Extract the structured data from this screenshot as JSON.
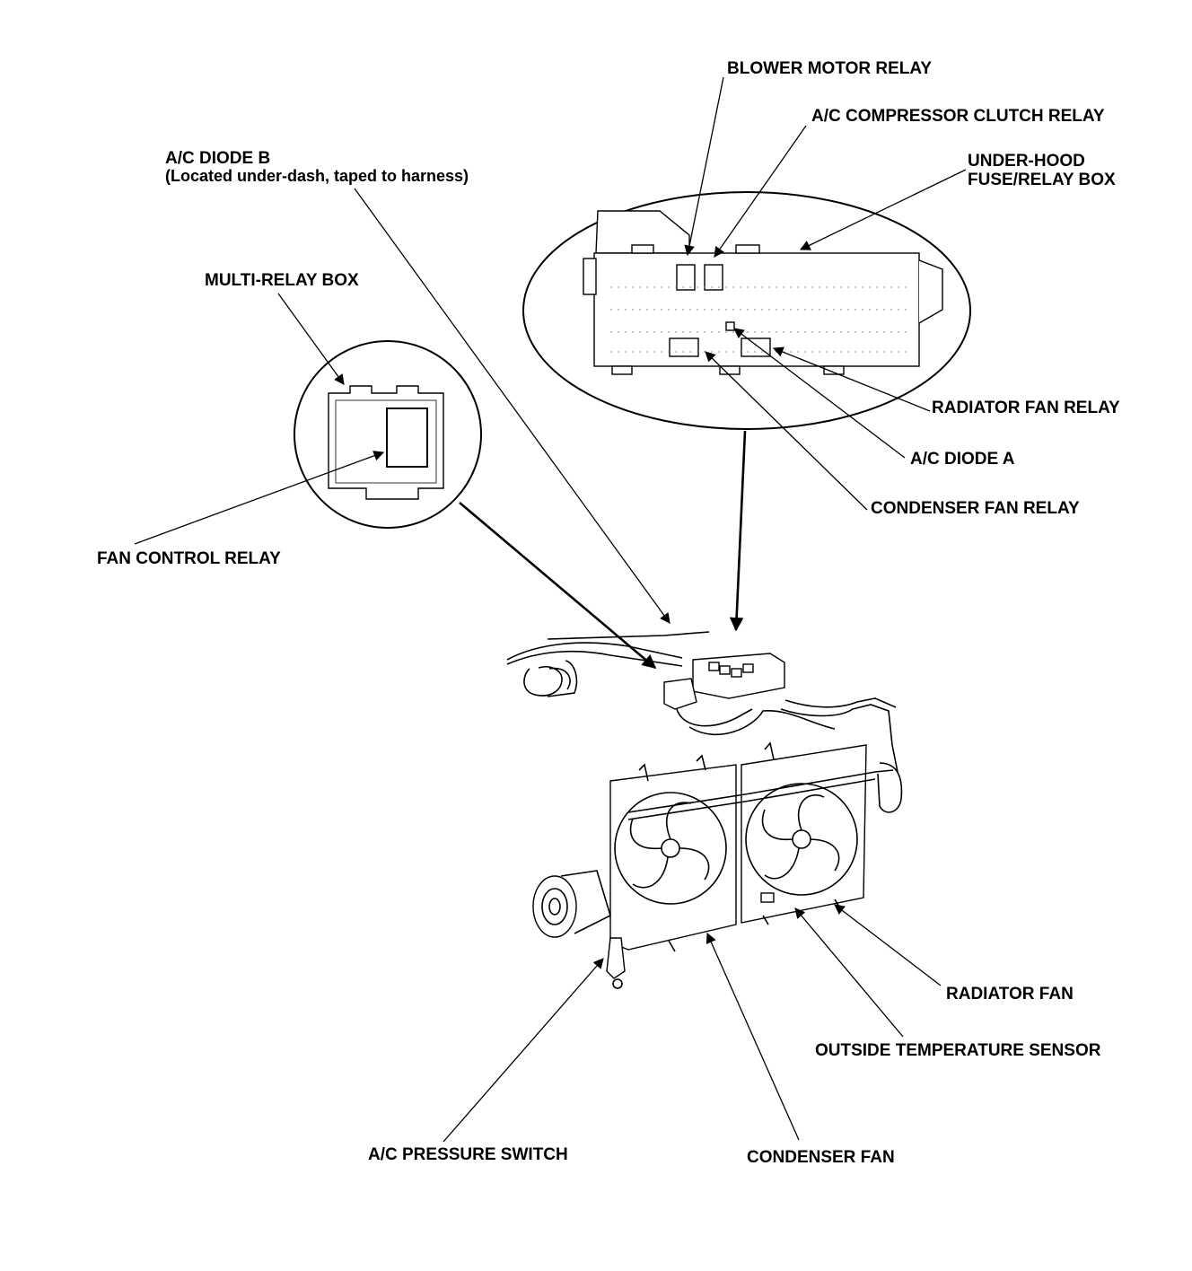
{
  "labels": {
    "blower_motor_relay": "BLOWER MOTOR RELAY",
    "ac_compressor_clutch_relay": "A/C COMPRESSOR CLUTCH RELAY",
    "under_hood_line1": "UNDER-HOOD",
    "under_hood_line2": "FUSE/RELAY BOX",
    "ac_diode_b": "A/C DIODE B",
    "ac_diode_b_note": "(Located under-dash, taped to harness)",
    "multi_relay_box": "MULTI-RELAY BOX",
    "radiator_fan_relay": "RADIATOR FAN RELAY",
    "ac_diode_a": "A/C DIODE A",
    "condenser_fan_relay": "CONDENSER FAN RELAY",
    "fan_control_relay": "FAN CONTROL RELAY",
    "radiator_fan": "RADIATOR FAN",
    "outside_temperature_sensor": "OUTSIDE TEMPERATURE SENSOR",
    "ac_pressure_switch": "A/C PRESSURE SWITCH",
    "condenser_fan": "CONDENSER FAN"
  }
}
